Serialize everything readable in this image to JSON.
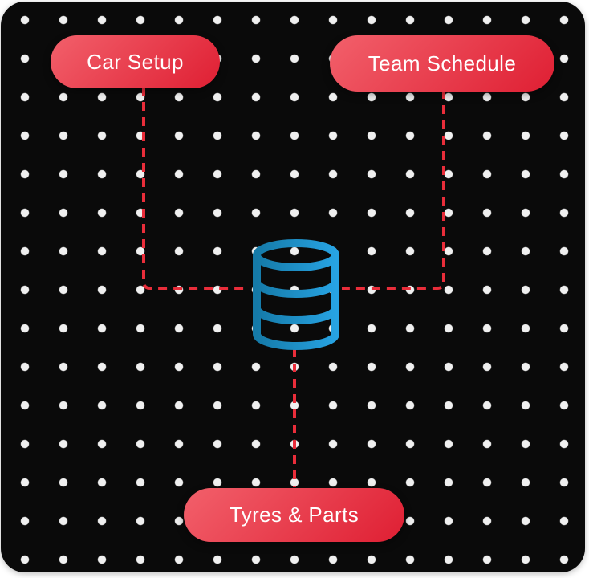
{
  "diagram": {
    "nodes": [
      {
        "id": "car-setup",
        "label": "Car Setup"
      },
      {
        "id": "team-schedule",
        "label": "Team Schedule"
      },
      {
        "id": "tyres-parts",
        "label": "Tyres & Parts"
      }
    ],
    "center_icon": "database-icon"
  },
  "colors": {
    "outer-bg": "#ffffff",
    "canvas-bg": "#0a0a0a",
    "dot": "#f0f0f0",
    "connector": "#e92d3a",
    "pill-grad-start": "#f2606b",
    "pill-grad-end": "#df1f33",
    "pill-text": "#ffffff",
    "db-grad-start": "#157aa8",
    "db-grad-end": "#27a3e3"
  }
}
